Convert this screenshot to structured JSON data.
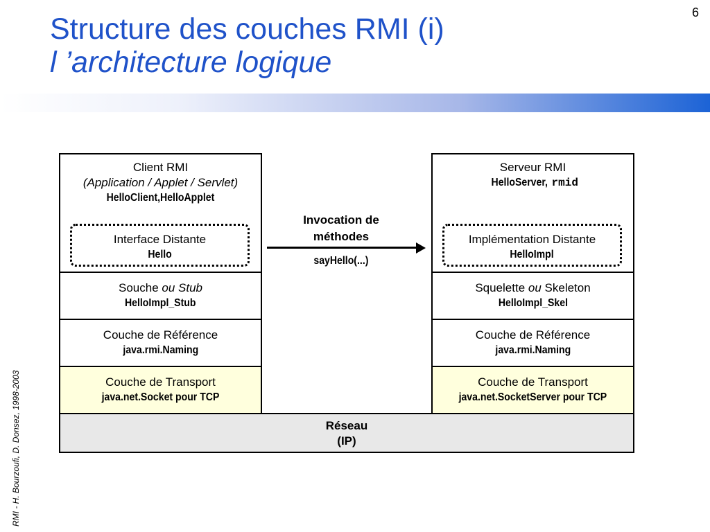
{
  "slide_number": "6",
  "title": {
    "line1": "Structure des couches RMI (i)",
    "line2": "l ’architecture logique"
  },
  "side_credit": "RMI - H. Bourzoufi, D. Donsez, 1998-2003",
  "client": {
    "title": "Client RMI",
    "subtitle": "(Application / Applet / Servlet)",
    "classes": "HelloClient,HelloApplet",
    "interface": {
      "label": "Interface Distante",
      "name": "Hello"
    },
    "stub": {
      "label_pre": "Souche ",
      "label_em": "ou Stub",
      "name": "HelloImpl_Stub"
    },
    "reference": {
      "label": "Couche de Référence",
      "name": "java.rmi.Naming"
    },
    "transport": {
      "label": "Couche de Transport",
      "name": "java.net.Socket pour TCP"
    }
  },
  "server": {
    "title": "Serveur RMI",
    "classes_pre": "HelloServer, ",
    "classes_mono": "rmid",
    "impl": {
      "label": "Implémentation Distante",
      "name": "HelloImpl"
    },
    "skeleton": {
      "label_pre": "Squelette ",
      "label_em": "ou",
      "label_post": " Skeleton",
      "name": "HelloImpl_Skel"
    },
    "reference": {
      "label": "Couche de Référence",
      "name": "java.rmi.Naming"
    },
    "transport": {
      "label": "Couche de Transport",
      "name": "java.net.SocketServer pour TCP"
    }
  },
  "invocation": {
    "line1": "Invocation de",
    "line2": "méthodes",
    "method": "sayHello(...)"
  },
  "network": {
    "line1": "Réseau",
    "line2": "(IP)"
  }
}
